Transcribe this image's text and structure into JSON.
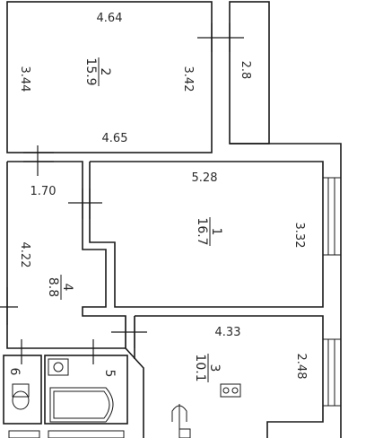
{
  "rooms": [
    {
      "number": "2",
      "area": "15.9",
      "dims": [
        "4.64",
        "3.44",
        "3.42",
        "4.65"
      ]
    },
    {
      "number": "1",
      "area": "16.7",
      "dims": [
        "5.28",
        "3.32"
      ]
    },
    {
      "number": "4",
      "area": "8.8",
      "dims": [
        "4.22",
        "1.70"
      ]
    },
    {
      "number": "3",
      "area": "10.1",
      "dims": [
        "4.33",
        "2.48"
      ]
    },
    {
      "number": "5"
    },
    {
      "number": "6"
    }
  ],
  "balcony": {
    "dim": "2.8"
  }
}
